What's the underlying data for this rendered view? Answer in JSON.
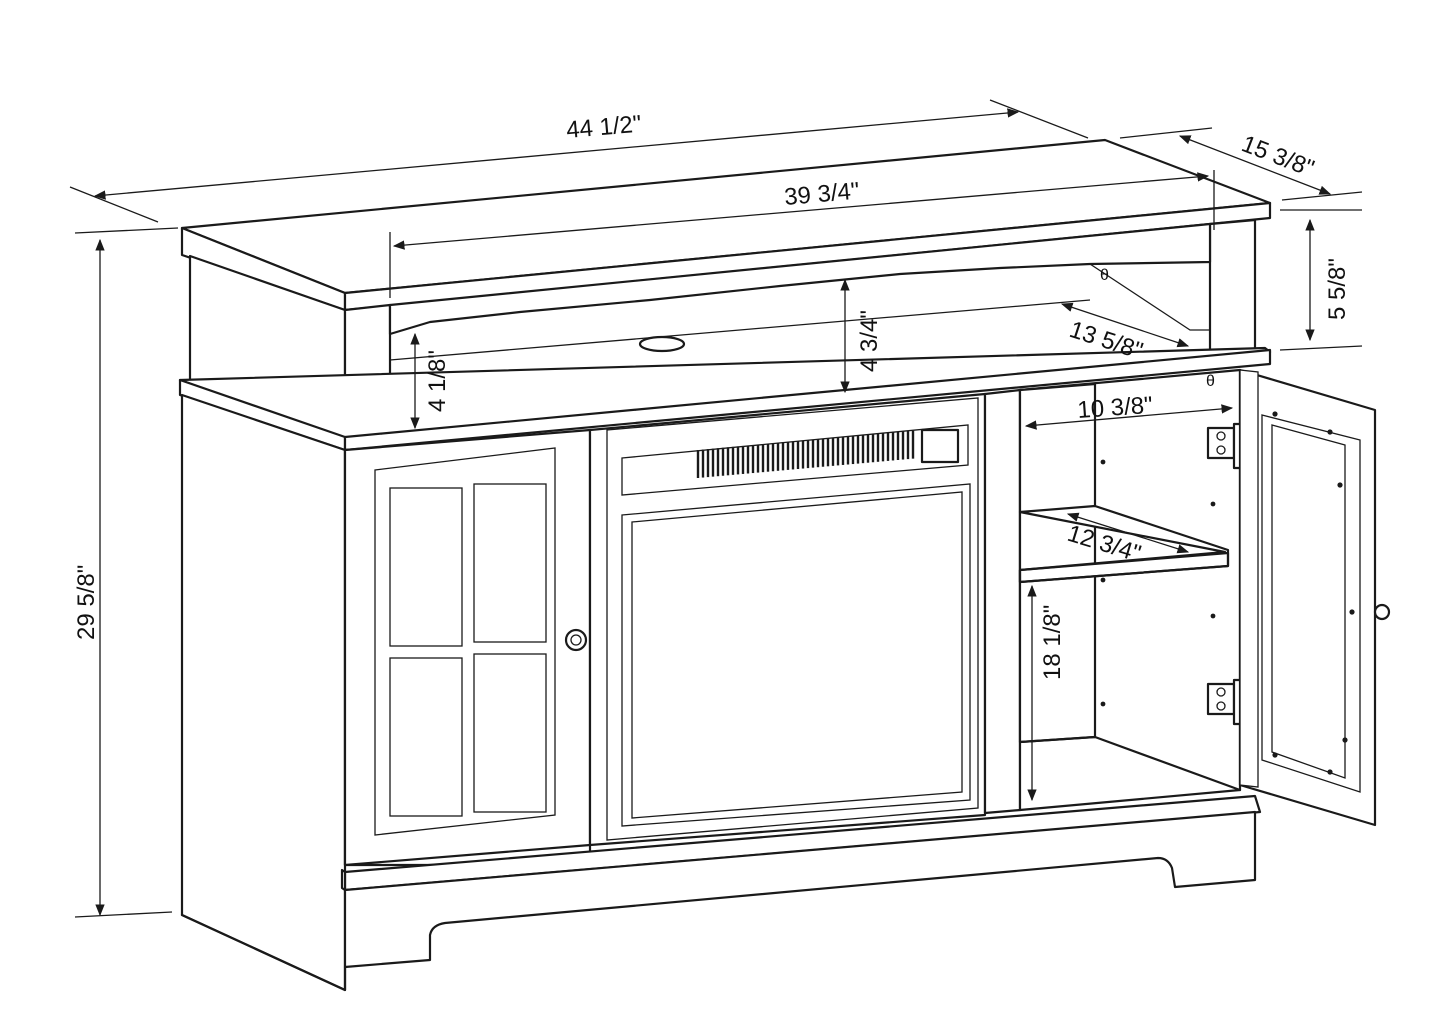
{
  "dimensions": {
    "overall_width": "44 1/2\"",
    "inner_width": "39 3/4\"",
    "depth": "15 3/8\"",
    "top_height": "5 5/8\"",
    "overall_height": "29 5/8\"",
    "shelf_opening_height": "4 3/4\"",
    "shelf_side_height": "4 1/8\"",
    "shelf_depth": "13 5/8\"",
    "cabinet_width": "10 3/8\"",
    "cabinet_shelf_depth": "12 3/4\"",
    "cabinet_height": "18 1/8\""
  }
}
